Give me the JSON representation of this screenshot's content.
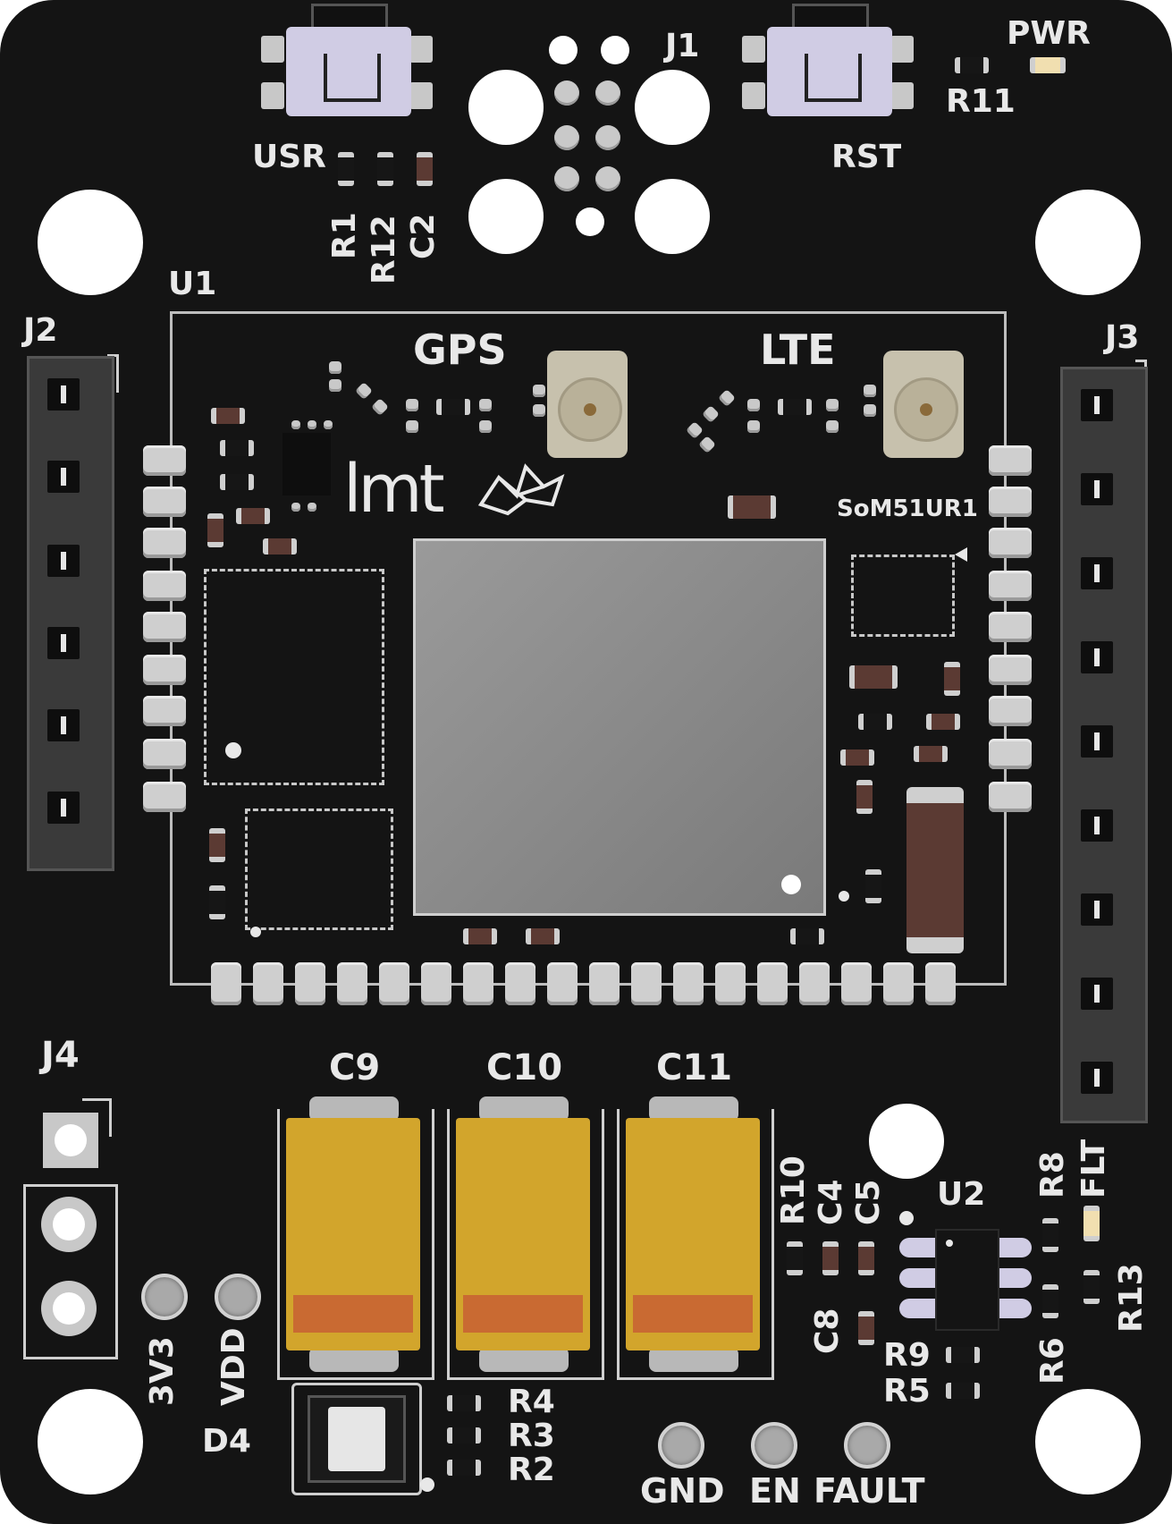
{
  "board": {
    "silkscreen": {
      "j1": "J1",
      "j2": "J2",
      "j3": "J3",
      "j4": "J4",
      "u1": "U1",
      "u2": "U2",
      "pwr": "PWR",
      "r11": "R11",
      "usr": "USR",
      "rst": "RST",
      "r1": "R1",
      "r12": "R12",
      "c2": "C2",
      "gps": "GPS",
      "lte": "LTE",
      "module_name": "SoM51UR1",
      "logo_text": "lmt",
      "c9": "C9",
      "c10": "C10",
      "c11": "C11",
      "r10": "R10",
      "c4": "C4",
      "c5": "C5",
      "r8": "R8",
      "flt": "FLT",
      "r13": "R13",
      "r6": "R6",
      "c8": "C8",
      "r9": "R9",
      "r5": "R5",
      "r4": "R4",
      "r3": "R3",
      "r2": "R2",
      "tp_3v3": "3V3",
      "tp_vdd": "VDD",
      "d4": "D4",
      "tp_gnd": "GND",
      "tp_en": "EN",
      "tp_fault": "FAULT"
    },
    "colors": {
      "pcb": "#141414",
      "silk": "#e8e8e8",
      "pad": "#c9c9c9",
      "tantalum": "#d2a52c",
      "tantalum_stripe": "#c96a32",
      "shield": "#8a8a8a"
    }
  }
}
